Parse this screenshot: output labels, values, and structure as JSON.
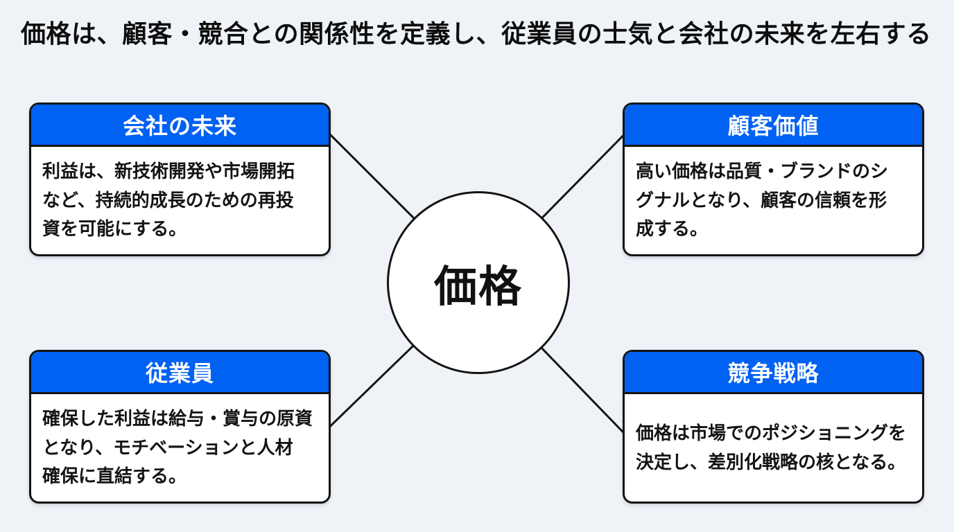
{
  "title": "価格は、顧客・競合との関係性を定義し、従業員の士気と会社の未来を左右する",
  "center": {
    "label": "価格"
  },
  "colors": {
    "header_blue": "#0161f2",
    "background": "#eff3f7",
    "line": "#141414",
    "header_text": "#ffffff",
    "body_text": "#141414"
  },
  "nodes": [
    {
      "id": "company-future",
      "title": "会社の未来",
      "body": "利益は、新技術開発や市場開拓\nなど、持続的成長のための再投\n資を可能にする。"
    },
    {
      "id": "customer-value",
      "title": "顧客価値",
      "body": "高い価格は品質・ブランドのシ\nグナルとなり、顧客の信頼を形\n成する。"
    },
    {
      "id": "employees",
      "title": "従業員",
      "body": "確保した利益は給与・賞与の原資\nとなり、モチベーションと人材\n確保に直結する。"
    },
    {
      "id": "competitive-strategy",
      "title": "競争戦略",
      "body": "価格は市場でのポジショニングを\n決定し、差別化戦略の核となる。"
    }
  ]
}
